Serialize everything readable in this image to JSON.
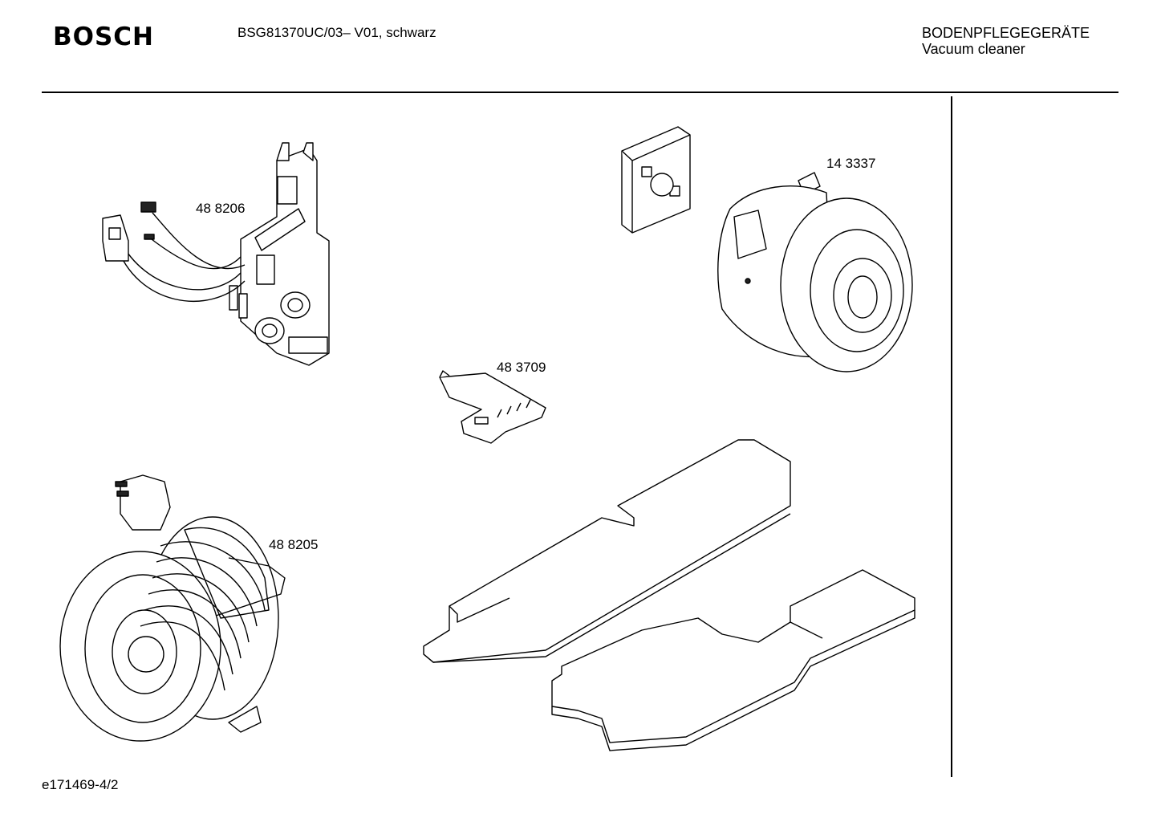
{
  "header": {
    "brand": "BOSCH",
    "model": "BSG81370UC/03– V01, schwarz",
    "category_de": "BODENPFLEGEGERÄTE",
    "category_en": "Vacuum cleaner"
  },
  "parts": [
    {
      "id": "pcb",
      "label": "48 8206"
    },
    {
      "id": "motor",
      "label": "14 3337"
    },
    {
      "id": "clip",
      "label": "48 3709"
    },
    {
      "id": "cord-reel",
      "label": "48 8205"
    }
  ],
  "footer": {
    "drawing_id": "e171469-4/2"
  }
}
